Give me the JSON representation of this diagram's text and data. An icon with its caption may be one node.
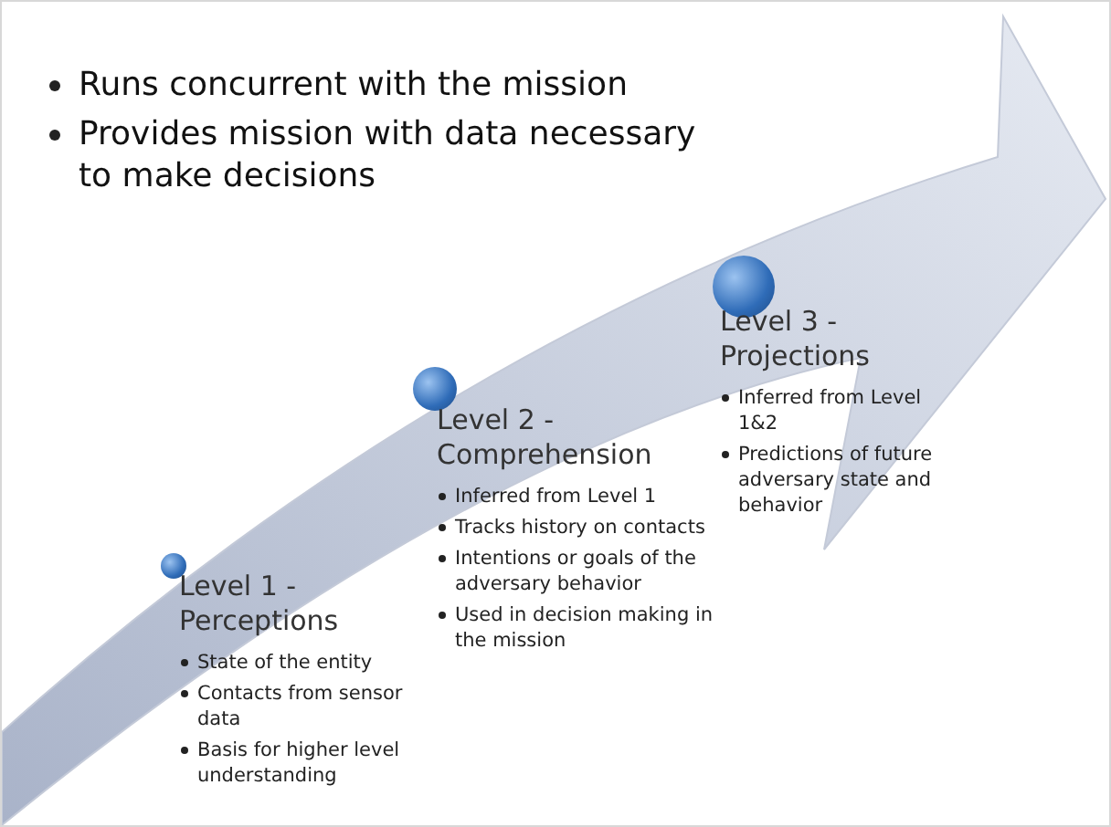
{
  "diagram": {
    "nodes": [
      {
        "text": [
          "Level 1 - Perceptions",
          "State of the entity",
          "Contacts from sensor data",
          "Basis for higher level understanding"
        ]
      },
      {
        "text": [
          "Level 2 - Comprehension",
          "Inferred from Level 1",
          "Tracks history on contacts",
          "Intentions or goals of the adversary behavior",
          "Used in decision making in the mission"
        ]
      },
      {
        "text": [
          "Level 3 - Projections",
          "Inferred from Level 1&2",
          "Predictions of future adversary state and behavior"
        ]
      }
    ],
    "labels": [
      "Runs concurrent with the mission",
      "Provides mission with data necessary to make decisions"
    ]
  }
}
